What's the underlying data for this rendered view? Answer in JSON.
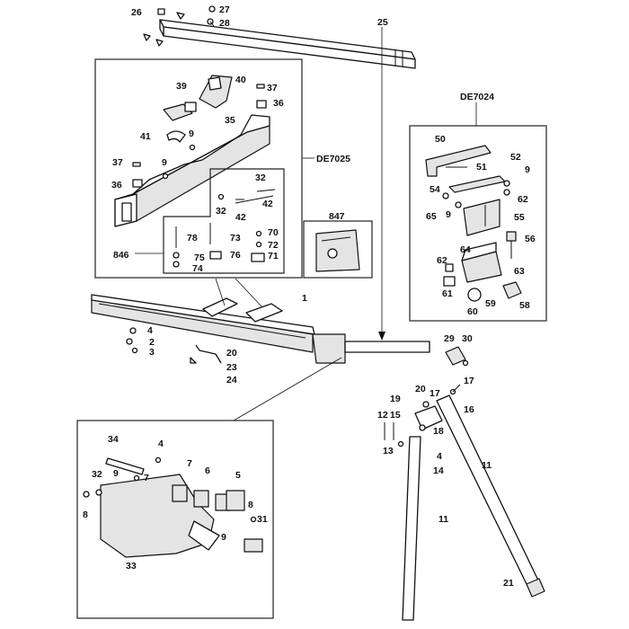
{
  "callouts": {
    "c1": "1",
    "c2": "2",
    "c3": "3",
    "c4a": "4",
    "c4b": "4",
    "c4c": "4",
    "c5": "5",
    "c6": "6",
    "c7a": "7",
    "c7b": "7",
    "c8a": "8",
    "c8b": "8",
    "c9a": "9",
    "c9b": "9",
    "c9c": "9",
    "c9d": "9",
    "c9e": "9",
    "c9f": "9",
    "c11a": "11",
    "c11b": "11",
    "c12": "12",
    "c13": "13",
    "c14": "14",
    "c15": "15",
    "c16": "16",
    "c17a": "17",
    "c17b": "17",
    "c18": "18",
    "c19": "19",
    "c20a": "20",
    "c20b": "20",
    "c21": "21",
    "c23": "23",
    "c24": "24",
    "c25": "25",
    "c26": "26",
    "c27": "27",
    "c28": "28",
    "c29": "29",
    "c30": "30",
    "c31": "31",
    "c32a": "32",
    "c32b": "32",
    "c32c": "32",
    "c33": "33",
    "c34": "34",
    "c35": "35",
    "c36a": "36",
    "c36b": "36",
    "c37a": "37",
    "c37b": "37",
    "c39": "39",
    "c40": "40",
    "c41": "41",
    "c42a": "42",
    "c42b": "42",
    "c50": "50",
    "c51": "51",
    "c52": "52",
    "c54": "54",
    "c55": "55",
    "c56": "56",
    "c58": "58",
    "c59": "59",
    "c60": "60",
    "c61": "61",
    "c62a": "62",
    "c62b": "62",
    "c63": "63",
    "c64": "64",
    "c65": "65",
    "c70": "70",
    "c71": "71",
    "c72": "72",
    "c73": "73",
    "c74": "74",
    "c75": "75",
    "c76": "76",
    "c78": "78",
    "c846": "846",
    "c847": "847"
  },
  "kits": {
    "de7025": "DE7025",
    "de7024": "DE7024"
  }
}
